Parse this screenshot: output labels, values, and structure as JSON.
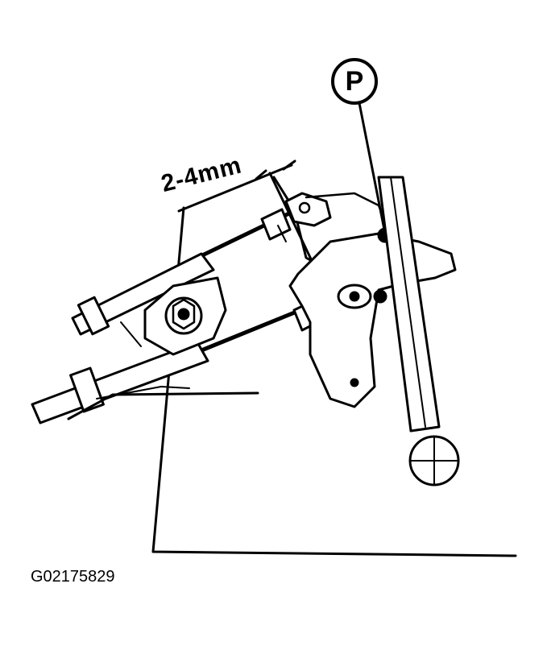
{
  "diagram": {
    "dimension_label": "2-4mm",
    "callout_label": "P",
    "figure_id": "G02175829"
  },
  "colors": {
    "ink": "#000000",
    "paper": "#ffffff"
  }
}
